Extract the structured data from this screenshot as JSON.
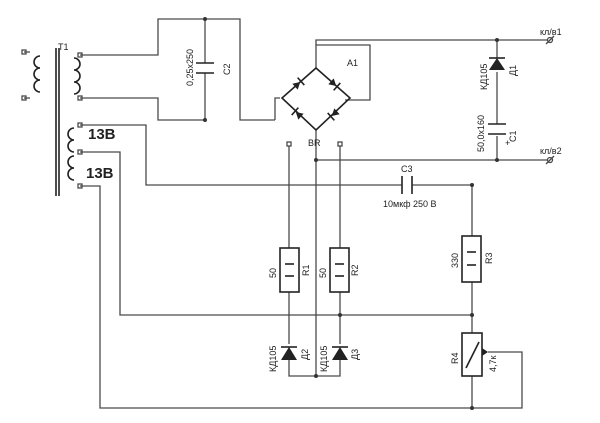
{
  "labels": {
    "t1": "T1",
    "v13_1": "13В",
    "v13_2": "13В",
    "c2": "C2",
    "c2_value": "0,25х250",
    "a1": "A1",
    "br": "BR",
    "d1": "Д1",
    "d1_type": "КД105",
    "c1": "C1",
    "c1_value": "50,0х160",
    "plus": "+",
    "kl1": "кл/в1",
    "kl2": "кл/в2",
    "c3": "C3",
    "c3_value": "10мкф 250 В",
    "r1": "R1",
    "r1_value": "50",
    "r2": "R2",
    "r2_value": "50",
    "r3": "R3",
    "r3_value": "330",
    "r4": "R4",
    "r4_value": "4,7к",
    "d2": "Д2",
    "d2_type": "КД105",
    "d3": "Д3",
    "d3_type": "КД105"
  }
}
